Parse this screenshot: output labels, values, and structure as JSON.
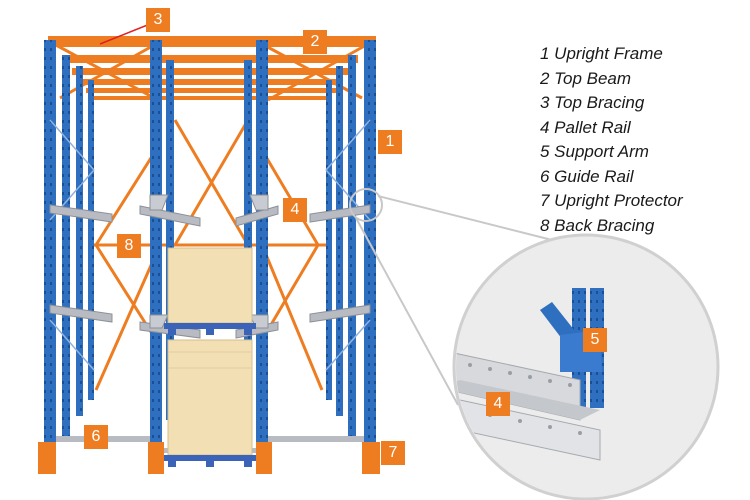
{
  "legend": [
    {
      "number": "1",
      "name": "Upright Frame"
    },
    {
      "number": "2",
      "name": "Top Beam"
    },
    {
      "number": "3",
      "name": "Top Bracing"
    },
    {
      "number": "4",
      "name": "Pallet Rail"
    },
    {
      "number": "5",
      "name": "Support Arm"
    },
    {
      "number": "6",
      "name": "Guide Rail"
    },
    {
      "number": "7",
      "name": "Upright Protector"
    },
    {
      "number": "8",
      "name": "Back Bracing"
    }
  ],
  "legend_text": [
    "1 Upright Frame",
    "2 Top Beam",
    "3 Top Bracing",
    "4 Pallet Rail",
    "5 Support Arm",
    "6 Guide Rail",
    "7 Upright Protector",
    "8 Back Bracing"
  ],
  "callouts": {
    "upright_frame": "1",
    "top_beam": "2",
    "top_bracing": "3",
    "pallet_rail": "4",
    "support_arm": "5",
    "guide_rail": "6",
    "upright_protector": "7",
    "back_bracing": "8",
    "detail_pallet_rail": "4"
  },
  "colors": {
    "upright_blue": "#2f6fc0",
    "beam_orange": "#ee7d22",
    "rail_gray": "#b8bcc2",
    "pallet_box": "#f2dfb4",
    "pallet_base": "#3b64b8",
    "callout_tag": "#ee7d22",
    "detail_bg": "#ececec"
  }
}
